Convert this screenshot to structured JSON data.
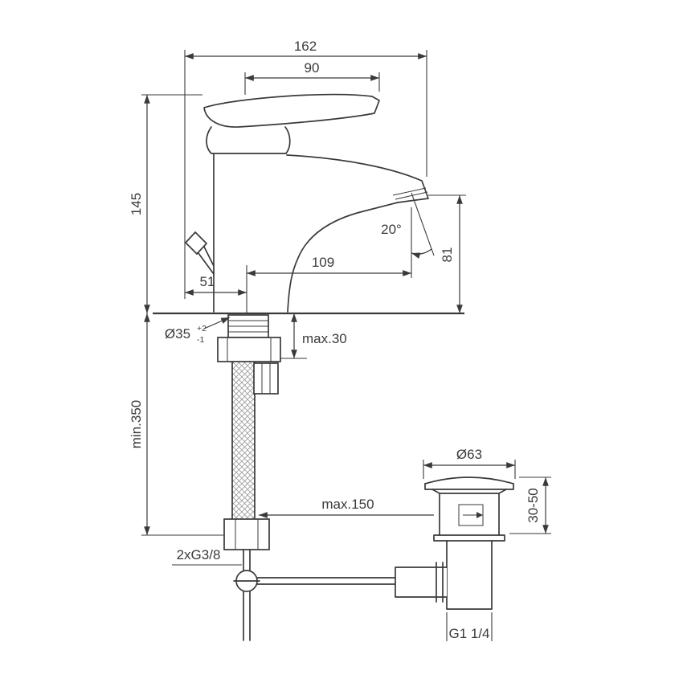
{
  "drawing": {
    "kind": "basin-mixer-technical-drawing",
    "line_color": "#3a3a3a",
    "background": "#ffffff"
  },
  "dimensions": {
    "total_length": "162",
    "handle_length": "90",
    "height": "145",
    "spout_angle": "20°",
    "spout_reach": "109",
    "spout_height": "81",
    "rear_offset": "51",
    "hole_diameter": "Ø35",
    "hole_tol_plus": "+2",
    "hole_tol_minus": "-1",
    "max_deck_thickness": "max.30",
    "min_hose_length": "min.350",
    "waste_flange_diameter": "Ø63",
    "waste_height_range": "30-50",
    "rod_reach": "max.150",
    "hose_thread": "2xG3/8",
    "waste_thread": "G1 1/4"
  }
}
